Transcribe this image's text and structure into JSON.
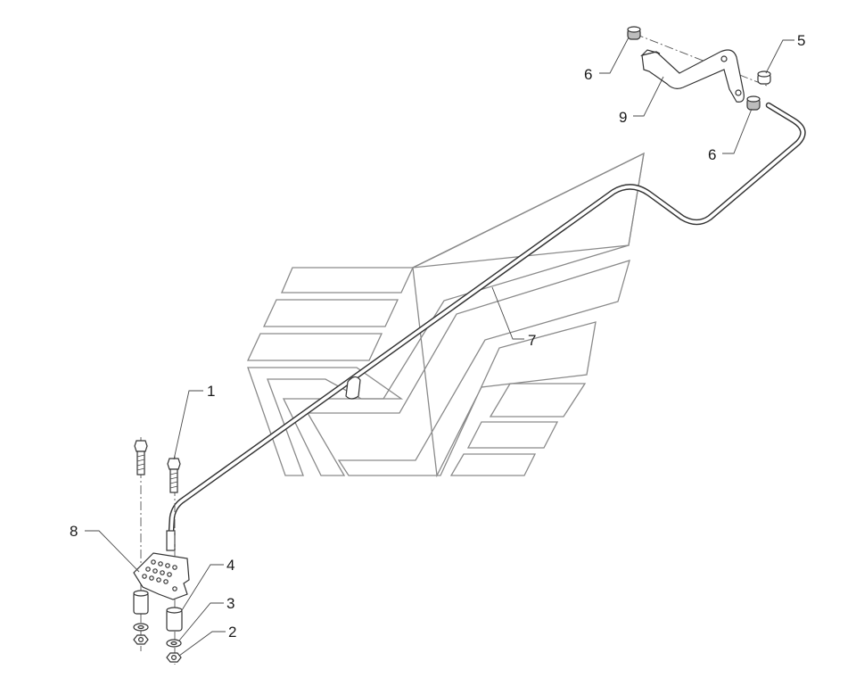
{
  "callouts": [
    {
      "id": "1",
      "label": "1"
    },
    {
      "id": "2",
      "label": "2"
    },
    {
      "id": "3",
      "label": "3"
    },
    {
      "id": "4",
      "label": "4"
    },
    {
      "id": "5",
      "label": "5"
    },
    {
      "id": "6a",
      "label": "6"
    },
    {
      "id": "6b",
      "label": "6"
    },
    {
      "id": "7",
      "label": "7"
    },
    {
      "id": "8",
      "label": "8"
    },
    {
      "id": "9",
      "label": "9"
    }
  ],
  "colors": {
    "line": "#333333",
    "watermark": "#8a8a8a",
    "background": "#ffffff"
  }
}
